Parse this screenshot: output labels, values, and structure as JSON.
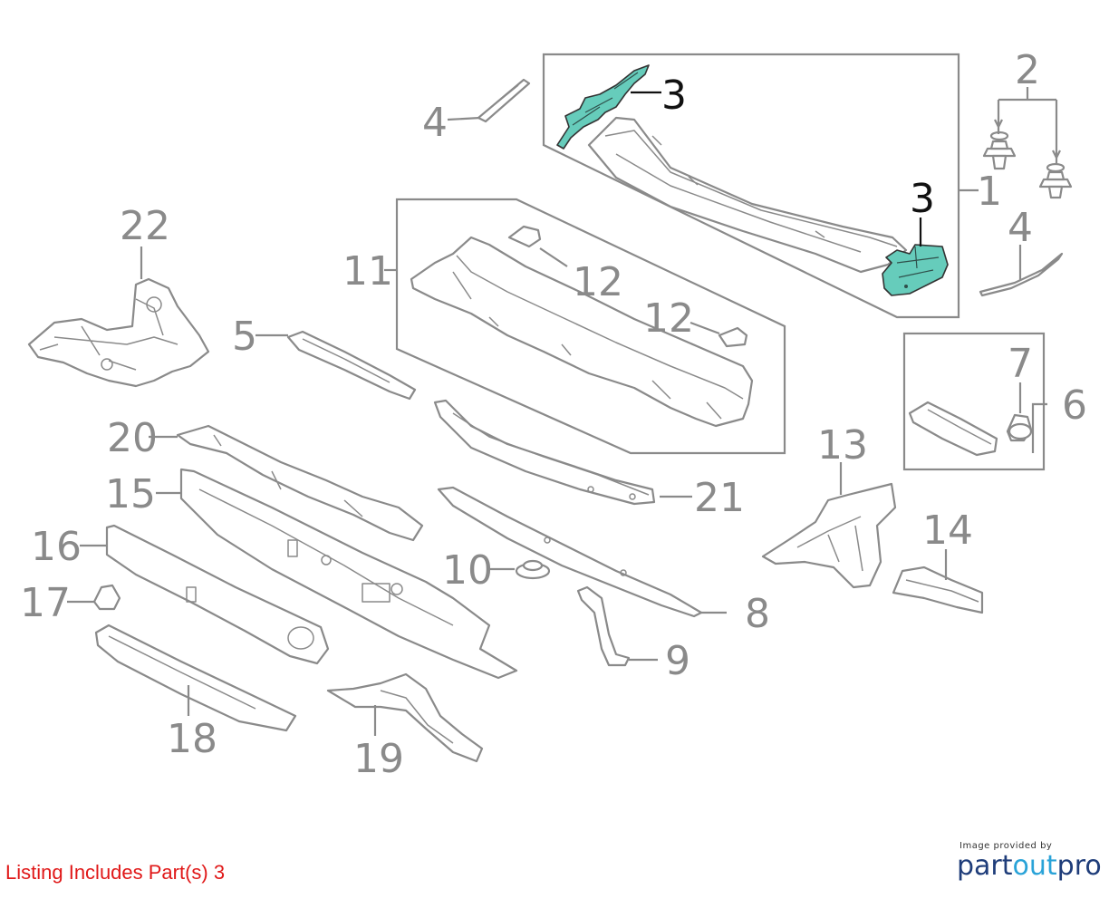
{
  "callouts": {
    "c1": "1",
    "c2": "2",
    "c3a": "3",
    "c3b": "3",
    "c4a": "4",
    "c4b": "4",
    "c5": "5",
    "c6": "6",
    "c7": "7",
    "c8": "8",
    "c9": "9",
    "c10": "10",
    "c11": "11",
    "c12a": "12",
    "c12b": "12",
    "c13": "13",
    "c14": "14",
    "c15": "15",
    "c16": "16",
    "c17": "17",
    "c18": "18",
    "c19": "19",
    "c20": "20",
    "c21": "21",
    "c22": "22"
  },
  "highlighted_part": "3",
  "colors": {
    "highlight": "#66ccbb",
    "line": "#8a8a8a",
    "listing": "#e01818"
  },
  "footer": {
    "listing": "Listing Includes Part(s) 3",
    "credit_small": "Image provided by",
    "brand_part": "part",
    "brand_out": "out",
    "brand_pro": "pro"
  }
}
